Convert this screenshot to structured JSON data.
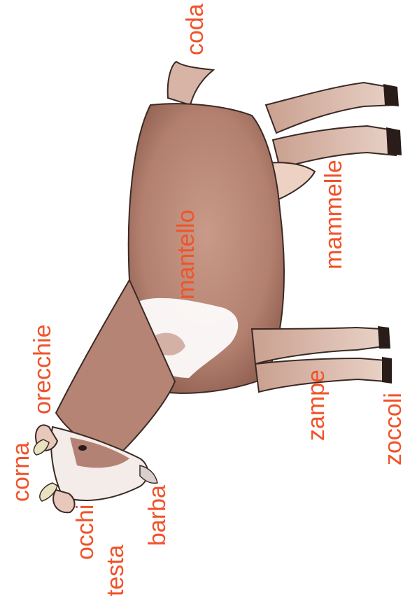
{
  "labels": {
    "coda": "coda",
    "orecchie": "orecchie",
    "corna": "corna",
    "occhi": "occhi",
    "testa": "testa",
    "barba": "barba",
    "mantello": "mantello",
    "mammelle": "mammelle",
    "zampe": "zampe",
    "zoccoli": "zoccoli"
  },
  "colors": {
    "label": "#f0532a",
    "coat": "#b98b7c",
    "coat_light": "#e3c4b3",
    "white_patch": "#ffffff",
    "outline": "#3a2a25"
  }
}
